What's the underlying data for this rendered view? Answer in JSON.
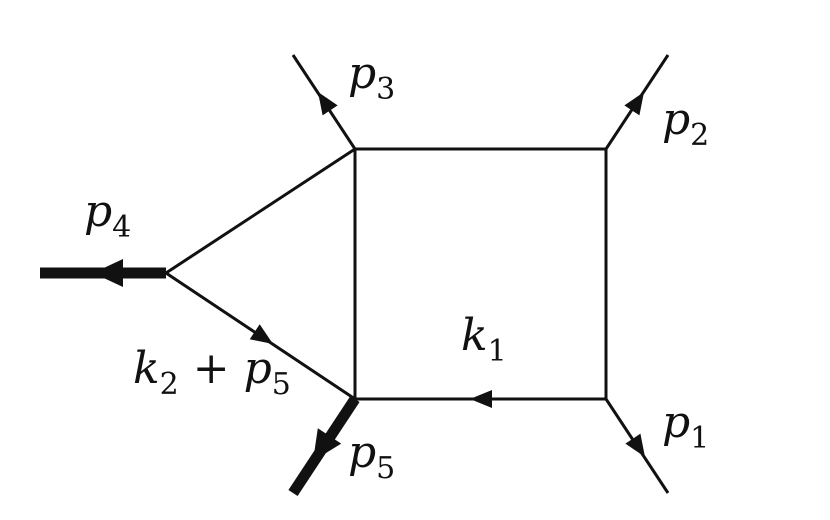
{
  "labels": {
    "p1": {
      "main": "p",
      "sub": "1"
    },
    "p2": {
      "main": "p",
      "sub": "2"
    },
    "p3": {
      "main": "p",
      "sub": "3"
    },
    "p4": {
      "main": "p",
      "sub": "4"
    },
    "p5": {
      "main": "p",
      "sub": "5"
    },
    "k1": {
      "main": "k",
      "sub": "1"
    },
    "k2p5": {
      "k": "k",
      "k_sub": "2",
      "op": " + ",
      "p": "p",
      "p_sub": "5"
    }
  },
  "colors": {
    "line": "#111111",
    "background": "#ffffff"
  }
}
